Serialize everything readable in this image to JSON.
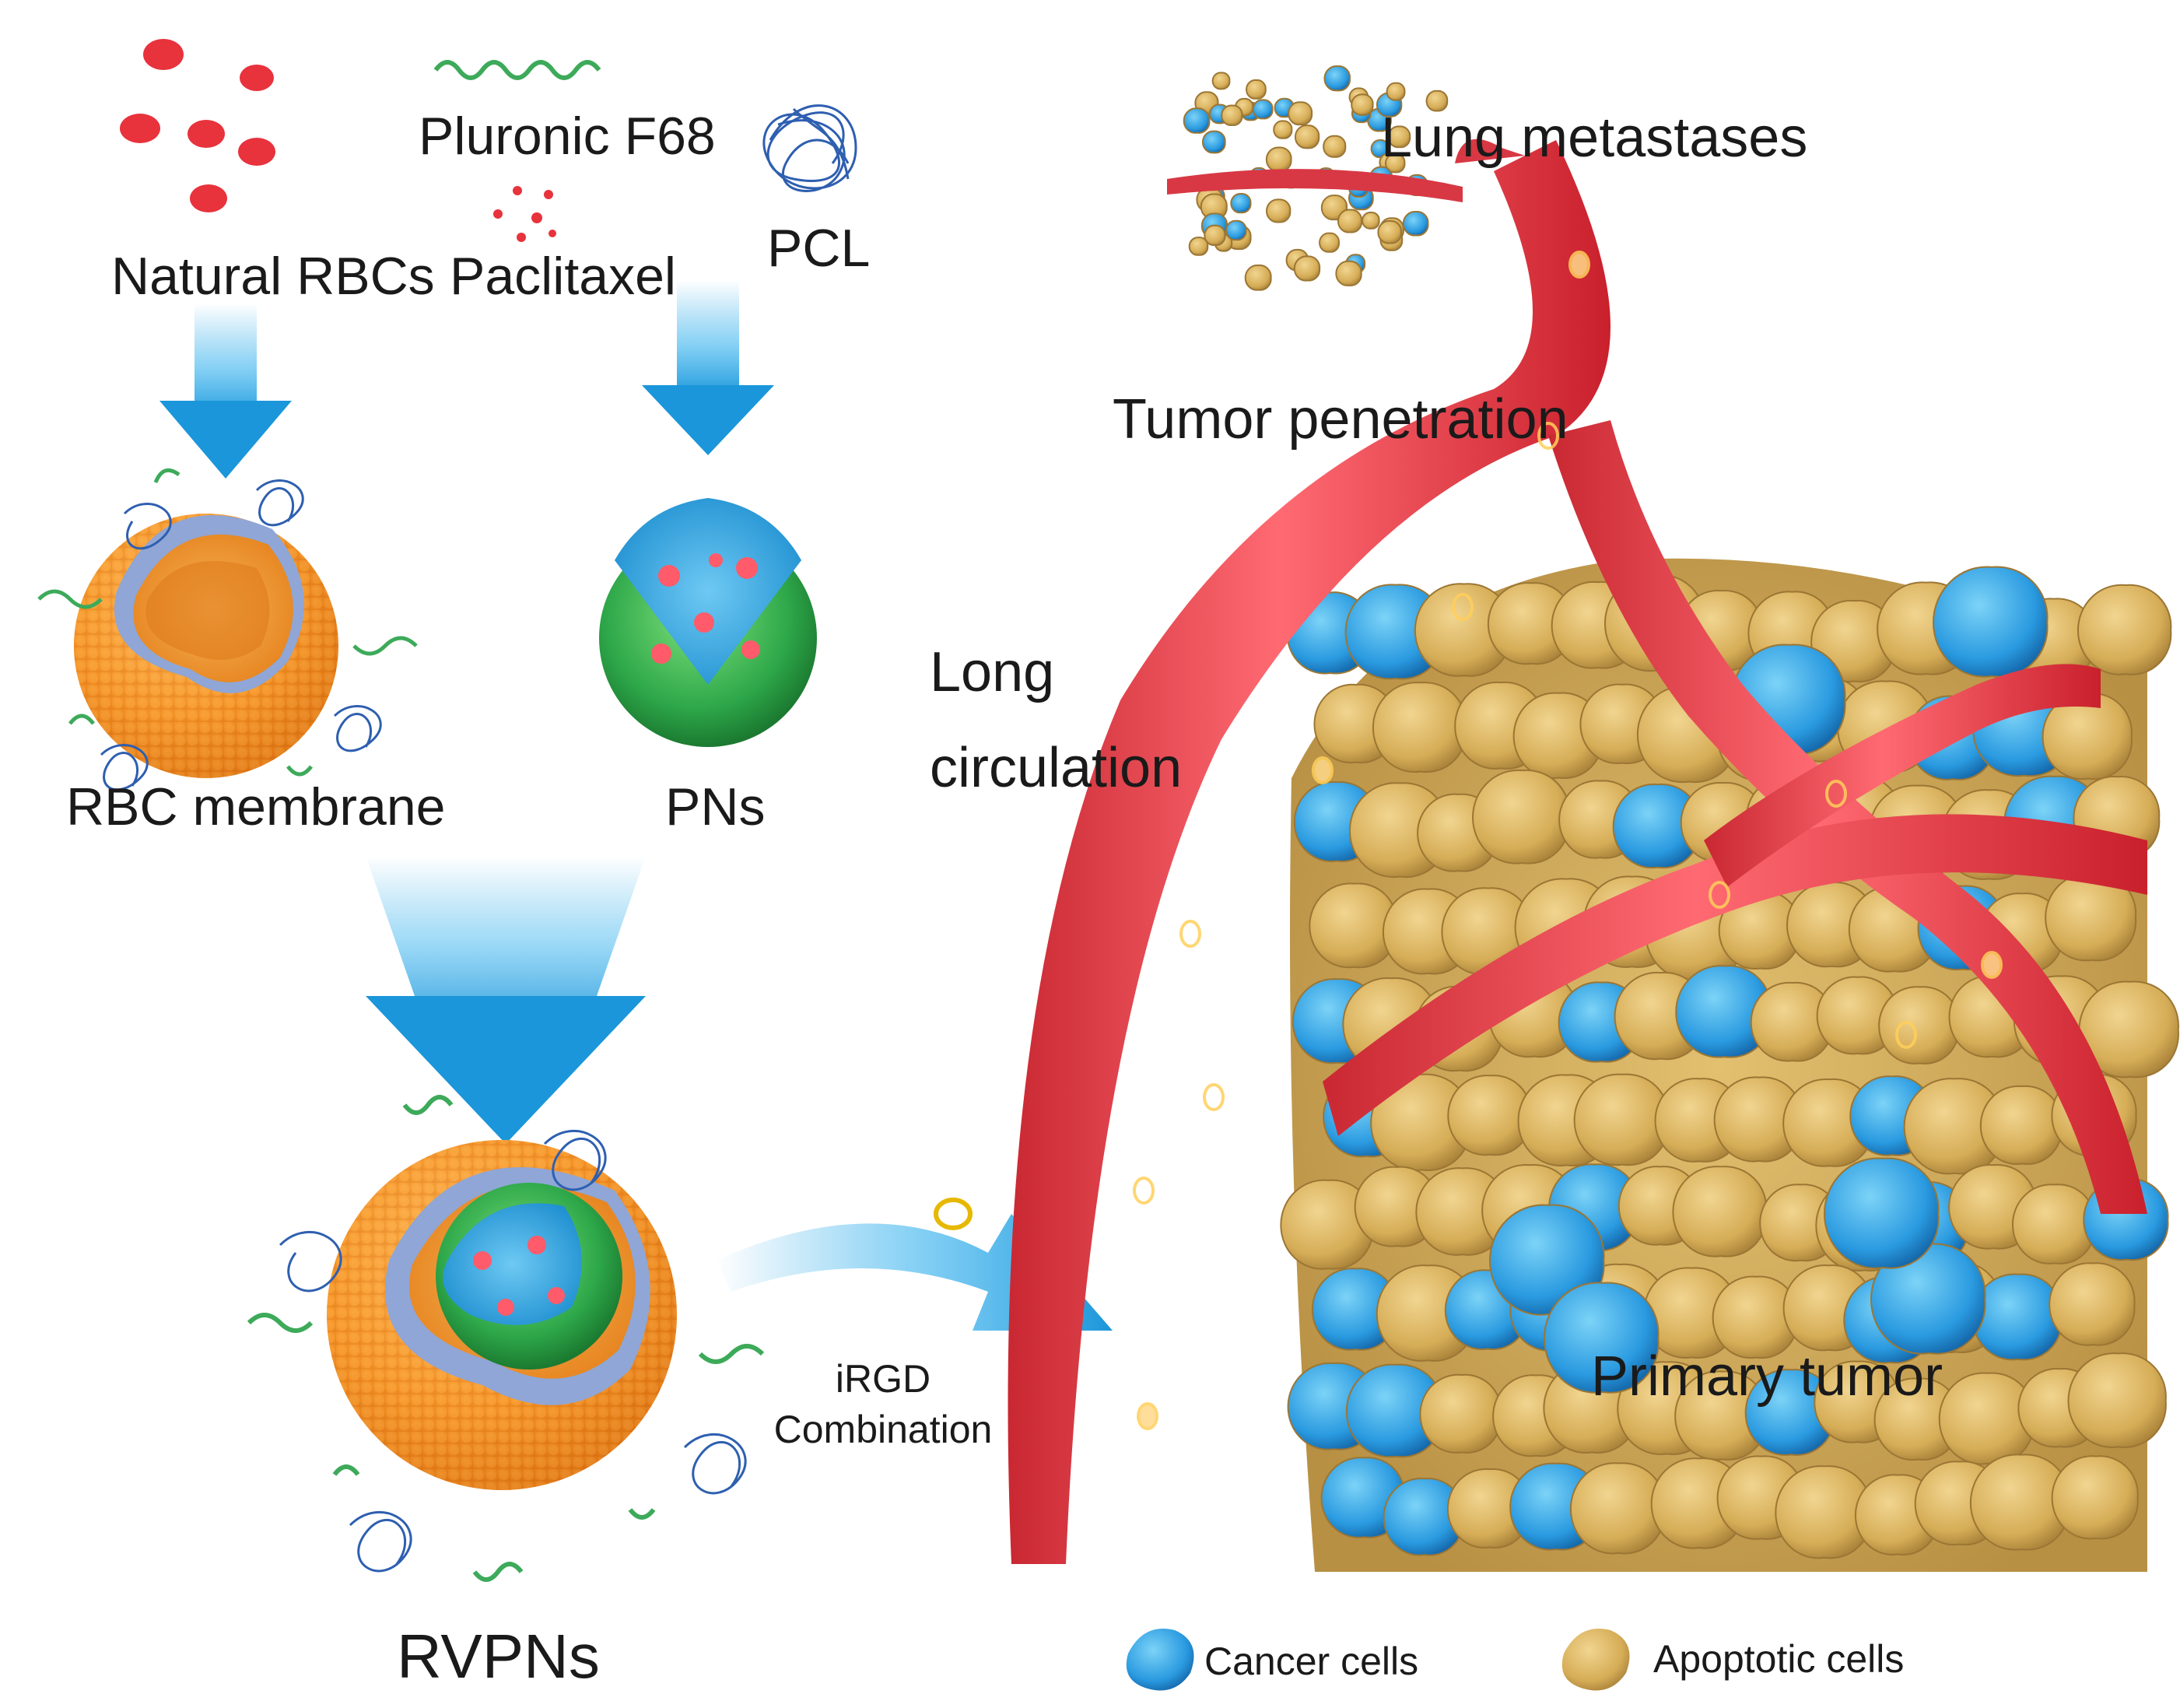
{
  "materials": {
    "natural_rbcs": "Natural RBCs",
    "pluronic": "Pluronic F68",
    "paclitaxel": "Paclitaxel",
    "pcl": "PCL"
  },
  "particles": {
    "rbc_membrane": "RBC membrane",
    "pns": "PNs",
    "rvpns": "RVPNs"
  },
  "process": {
    "irgd_line1": "iRGD",
    "irgd_line2": "Combination"
  },
  "stages": {
    "long_line1": "Long",
    "long_line2": "circulation",
    "tumor_penetration": "Tumor penetration",
    "lung_metastases": "Lung metastases",
    "primary_tumor": "Primary tumor"
  },
  "legend": {
    "cancer_cells": "Cancer cells",
    "apoptotic_cells": "Apoptotic cells"
  },
  "colors": {
    "rbc_red": "#e8323c",
    "vessel_red": "#e04550",
    "arrow_blue": "#2aa7e6",
    "membrane_orange": "#f59a2a",
    "pn_green": "#2ea84a",
    "cancer_blue": "#2b9be0",
    "apoptotic_tan": "#d9b25e"
  }
}
